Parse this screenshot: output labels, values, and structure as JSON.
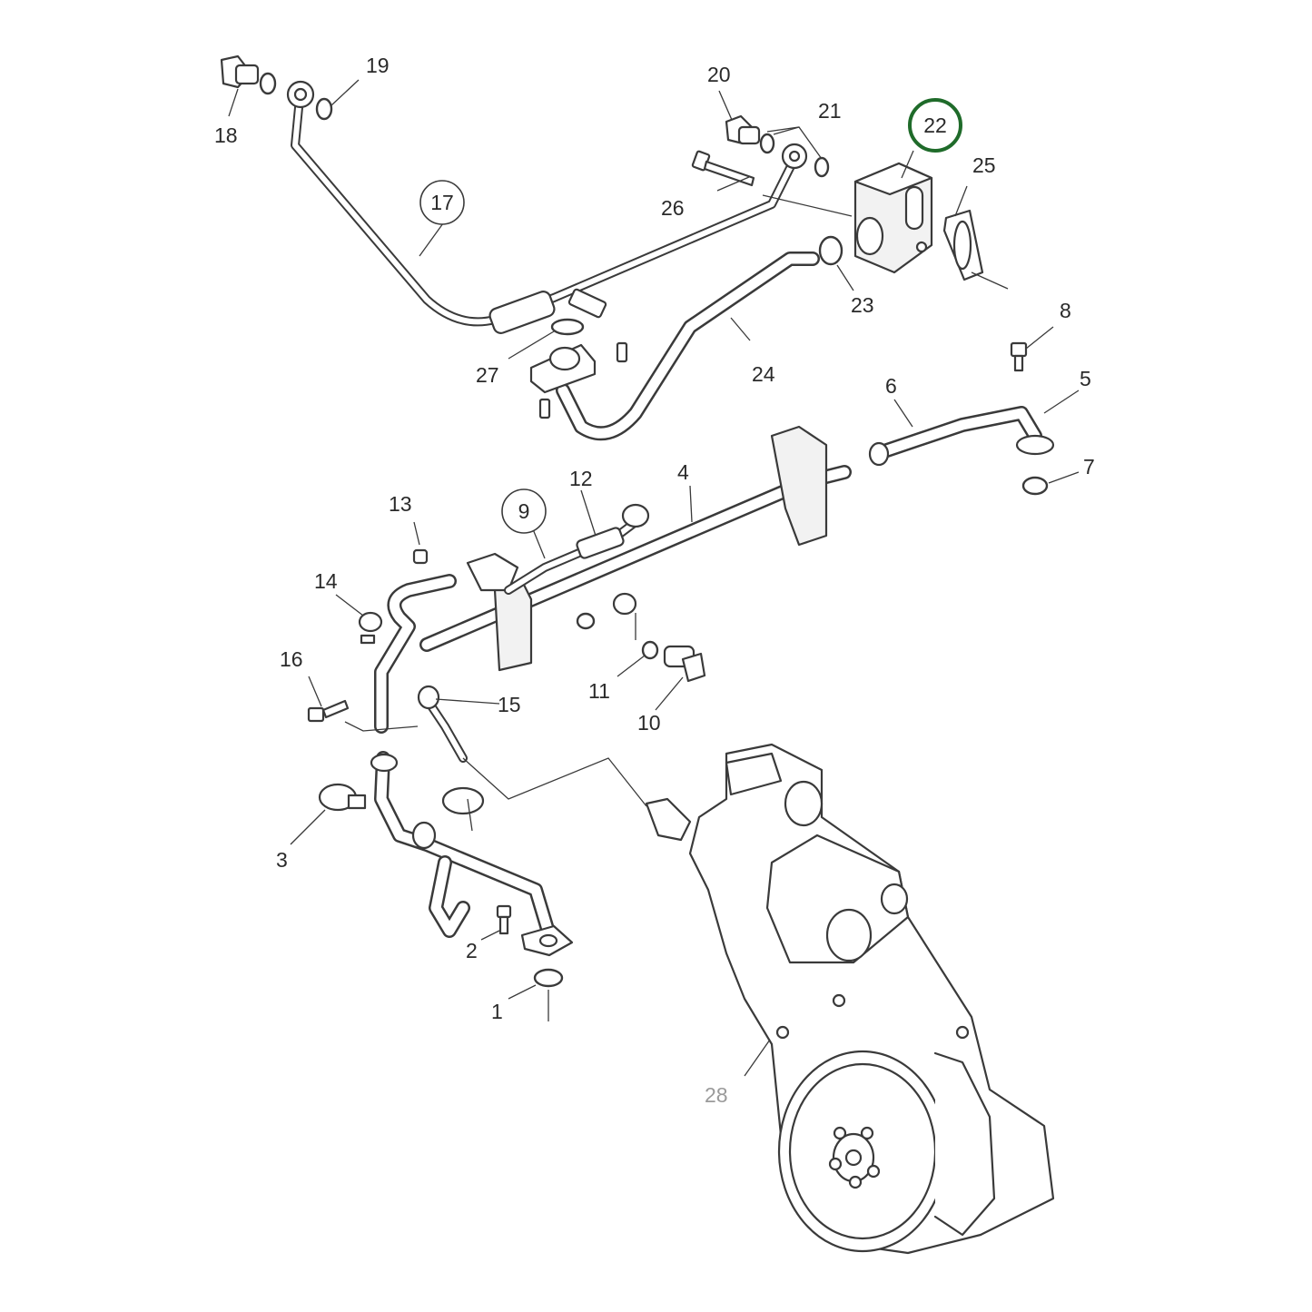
{
  "callouts": {
    "c1": "1",
    "c2": "2",
    "c3": "3",
    "c4": "4",
    "c5": "5",
    "c6": "6",
    "c7": "7",
    "c8": "8",
    "c9": "9",
    "c10": "10",
    "c11": "11",
    "c12": "12",
    "c13": "13",
    "c14": "14",
    "c15": "15",
    "c16": "16",
    "c17": "17",
    "c18": "18",
    "c19": "19",
    "c20": "20",
    "c21": "21",
    "c22": "22",
    "c23": "23",
    "c24": "24",
    "c25": "25",
    "c26": "26",
    "c27": "27",
    "c28": "28"
  },
  "colors": {
    "line": "#3a3a3a",
    "highlight": "#1f6b2a",
    "muted_label": "#9a9a9a"
  },
  "highlighted_part": "22"
}
